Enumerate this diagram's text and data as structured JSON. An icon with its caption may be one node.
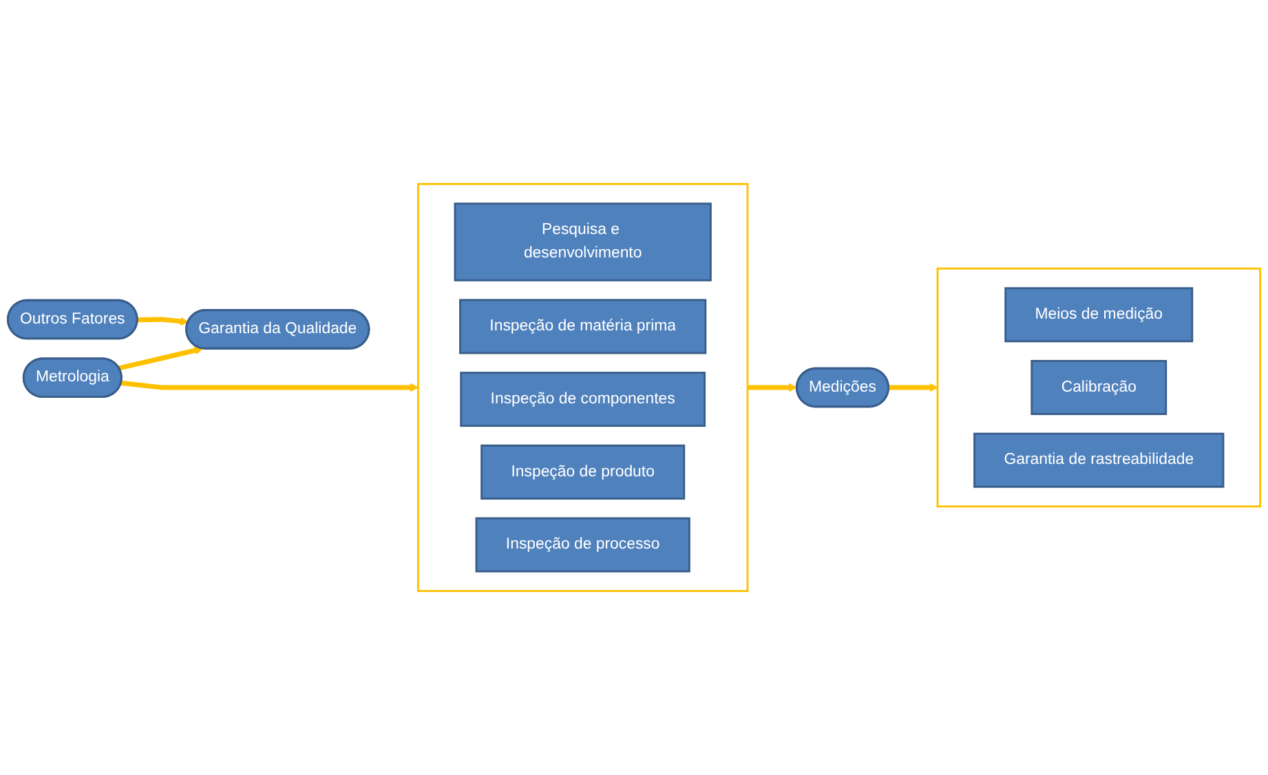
{
  "diagram": {
    "nodes": [
      {
        "text": [
          "Garantia da Qualidade"
        ]
      },
      {
        "text": [
          "Outros Fatores"
        ]
      },
      {
        "text": [
          "Metrologia"
        ]
      },
      {
        "text": [],
        "shape": "box"
      },
      {
        "text": [
          "Pesquisa e desenvolvimento"
        ],
        "in": 3
      },
      {
        "text": [
          "Inspeção de matéria prima"
        ],
        "in": 3
      },
      {
        "text": [
          "Inspeção de componentes"
        ],
        "in": 3
      },
      {
        "text": [
          "Inspeção de produto"
        ],
        "in": 3
      },
      {
        "text": [
          "Inspeção de processo"
        ],
        "in": 3
      },
      {
        "text": [
          "Medições"
        ]
      },
      {
        "text": [],
        "shape": "box"
      },
      {
        "text": [
          "Meios de medição"
        ],
        "in": 10
      },
      {
        "text": [
          "Calibração"
        ],
        "in": 10
      },
      {
        "text": [
          "Garantia de rastreabilidade"
        ],
        "in": 10
      }
    ],
    "edges": [
      {
        "from": 1,
        "to": 0,
        "arrow": "to"
      },
      {
        "from": 2,
        "to": 0,
        "arrow": "to"
      },
      {
        "from": 2,
        "to": 3,
        "arrow": "to"
      },
      {
        "from": 3,
        "to": 9,
        "arrow": "to"
      },
      {
        "from": 9,
        "to": 10,
        "arrow": "to"
      }
    ]
  }
}
